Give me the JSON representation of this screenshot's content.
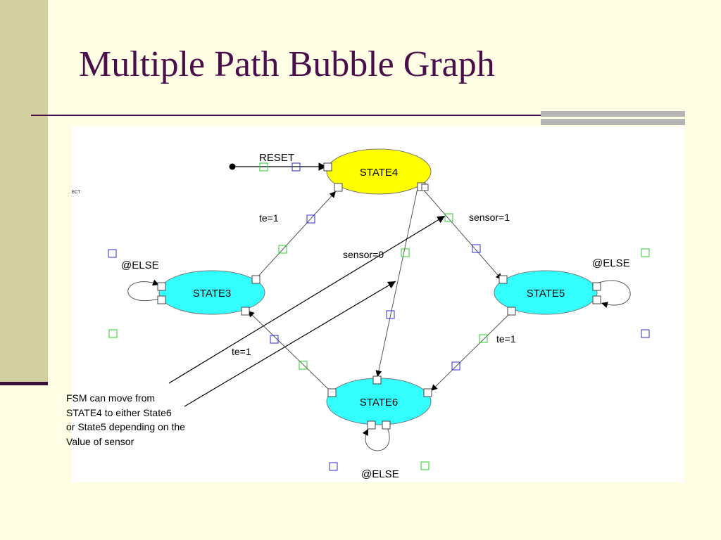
{
  "slide": {
    "title": "Multiple Path Bubble Graph",
    "colors": {
      "background": "#fffde3",
      "title": "#4a0f4a",
      "sidebar": "#d2d0a0"
    }
  },
  "diagram": {
    "states": {
      "state4": "STATE4",
      "state3": "STATE3",
      "state5": "STATE5",
      "state6": "STATE6"
    },
    "labels": {
      "reset": "RESET",
      "te1_a": "te=1",
      "te1_b": "te=1",
      "te1_c": "te=1",
      "sensor1": "sensor=1",
      "sensor0": "sensor=0",
      "else3": "@ELSE",
      "else5": "@ELSE",
      "else6": "@ELSE"
    },
    "stub_text": "ECT",
    "colors": {
      "initial_state": "#ffff00",
      "state": "#33ffff"
    }
  },
  "annotation": {
    "lines": [
      "FSM can move from",
      "STATE4 to either State6",
      "or State5 depending on the",
      "Value of sensor"
    ]
  }
}
